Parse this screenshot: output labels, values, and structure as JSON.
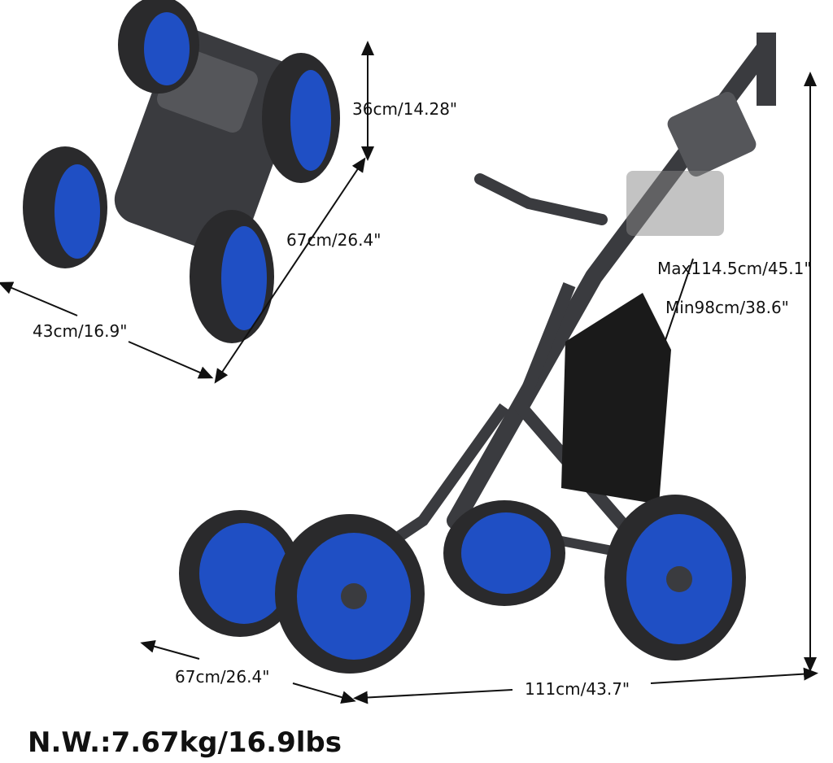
{
  "product": {
    "net_weight": "N.W.:7.67kg/16.9lbs",
    "colors": {
      "wheel": "#1f4fc4",
      "frame": "#3a3b3f",
      "tire": "#2a2a2c"
    }
  },
  "folded_dimensions": {
    "height": "36cm/14.28\"",
    "length": "67cm/26.4\"",
    "width": "43cm/16.9\""
  },
  "open_dimensions": {
    "max_height": "Max114.5cm/45.1\"",
    "min_height": "Min98cm/38.6\"",
    "width": "67cm/26.4\"",
    "length": "111cm/43.7\""
  }
}
